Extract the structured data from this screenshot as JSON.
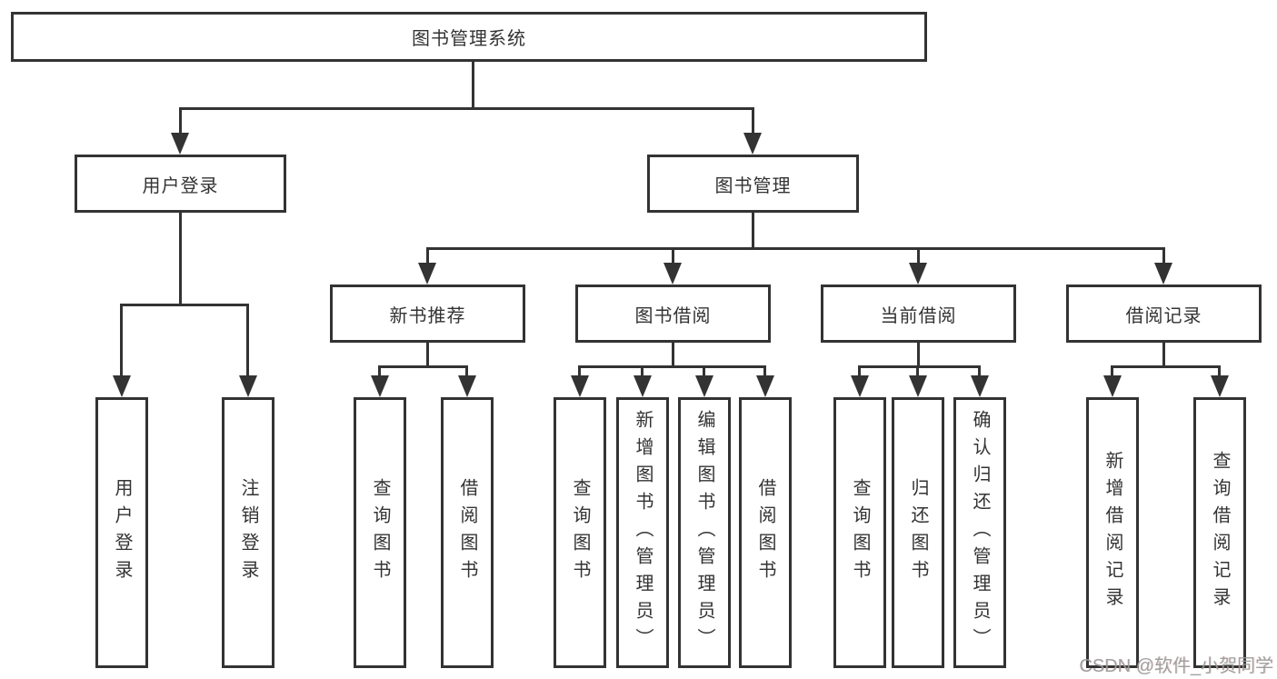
{
  "colors": {
    "line": "#333333",
    "border": "#333333",
    "box_bg": "#ffffff",
    "text": "#333333",
    "watermark": "#9b9b9b"
  },
  "nodes": {
    "root": {
      "label": "图书管理系统"
    },
    "user_login": {
      "label": "用户登录"
    },
    "book_mgmt": {
      "label": "图书管理"
    },
    "new_book_rec": {
      "label": "新书推荐"
    },
    "book_borrow": {
      "label": "图书借阅"
    },
    "current_borrow": {
      "label": "当前借阅"
    },
    "borrow_records": {
      "label": "借阅记录"
    },
    "login": {
      "label": "用户登录"
    },
    "logout": {
      "label": "注销登录"
    },
    "nbr_query": {
      "label": "查询图书"
    },
    "nbr_borrow": {
      "label": "借阅图书"
    },
    "bb_query": {
      "label": "查询图书"
    },
    "bb_add": {
      "label": "新增图书（管理员）"
    },
    "bb_edit": {
      "label": "编辑图书（管理员）"
    },
    "bb_borrow": {
      "label": "借阅图书"
    },
    "cb_query": {
      "label": "查询图书"
    },
    "cb_return": {
      "label": "归还图书"
    },
    "cb_confirm": {
      "label": "确认归还（管理员）"
    },
    "br_add": {
      "label": "新增借阅记录"
    },
    "br_query": {
      "label": "查询借阅记录"
    }
  },
  "edges": [
    {
      "from": "图书管理系统",
      "to": [
        "用户登录",
        "图书管理"
      ]
    },
    {
      "from": "用户登录",
      "to": [
        "用户登录",
        "注销登录"
      ]
    },
    {
      "from": "图书管理",
      "to": [
        "新书推荐",
        "图书借阅",
        "当前借阅",
        "借阅记录"
      ]
    },
    {
      "from": "新书推荐",
      "to": [
        "查询图书",
        "借阅图书"
      ]
    },
    {
      "from": "图书借阅",
      "to": [
        "查询图书",
        "新增图书（管理员）",
        "编辑图书（管理员）",
        "借阅图书"
      ]
    },
    {
      "from": "当前借阅",
      "to": [
        "查询图书",
        "归还图书",
        "确认归还（管理员）"
      ]
    },
    {
      "from": "借阅记录",
      "to": [
        "新增借阅记录",
        "查询借阅记录"
      ]
    }
  ],
  "watermark": {
    "text": "CSDN @软件_小贺同学"
  }
}
